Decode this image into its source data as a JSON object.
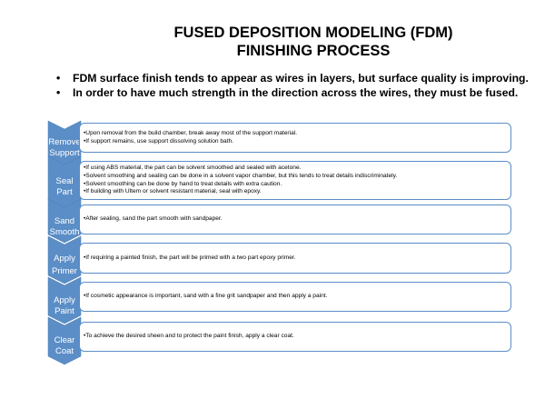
{
  "title": {
    "line1": "FUSED DEPOSITION MODELING (FDM)",
    "line2": "FINISHING PROCESS"
  },
  "bullets": [
    "FDM surface finish tends to appear as wires in layers, but surface quality is improving.",
    "In order to have much strength in the direction across the wires, they must be fused."
  ],
  "bullet_marker": "•",
  "colors": {
    "chevron": "#5b8ec7",
    "box_border": "#5b8ec7",
    "chevron_text": "#ffffff"
  },
  "steps": [
    {
      "label_lines": [
        "Remove",
        "Support"
      ],
      "details": [
        "•Upon removal from the build chamber, break away most of the support material.",
        "•If support remains, use support dissolving solution bath."
      ]
    },
    {
      "label_lines": [
        "Seal",
        "Part"
      ],
      "details": [
        "•If using ABS material, the part can be solvent smoothed and sealed with acetone.",
        "•Solvent smoothing and sealing can be done in a solvent vapor chamber, but this tends to treat details indiscriminately.",
        "•Solvent smoothing can be done by hand to treat details with extra caution.",
        "•If building with Ultem or solvent resistant material, seal with epoxy."
      ]
    },
    {
      "label_lines": [
        "Sand",
        "Smooth"
      ],
      "details": [
        "•After sealing, sand the part smooth with sandpaper."
      ]
    },
    {
      "label_lines": [
        "Apply",
        "Primer"
      ],
      "details": [
        "•If requiring a painted finish, the part will be primed with a two part epoxy primer."
      ]
    },
    {
      "label_lines": [
        "Apply",
        "Paint"
      ],
      "details": [
        "•If cosmetic appearance is important, sand with a fine grit sandpaper and then apply a paint."
      ]
    },
    {
      "label_lines": [
        "Clear",
        "Coat"
      ],
      "details": [
        "•To achieve the desired sheen and to protect the paint finish, apply a clear coat."
      ]
    }
  ]
}
